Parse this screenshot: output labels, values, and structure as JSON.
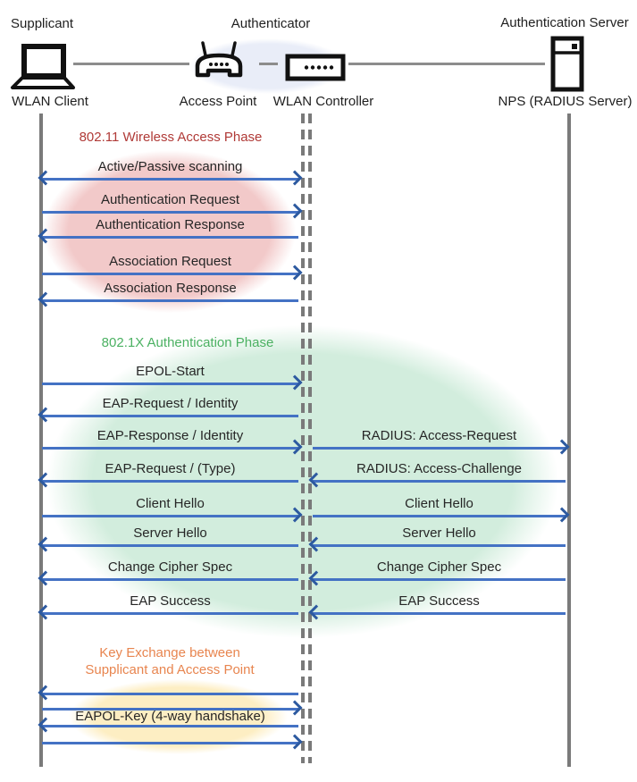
{
  "actors": {
    "supplicant_role": "Supplicant",
    "supplicant_device": "WLAN Client",
    "authenticator_role": "Authenticator",
    "ap_device": "Access Point",
    "controller_device": "WLAN Controller",
    "server_role": "Authentication Server",
    "server_device": "NPS (RADIUS Server)"
  },
  "phases": {
    "p80211_title": "802.11 Wireless Access Phase",
    "p8021x_title": "802.1X Authentication Phase",
    "key_exchange_line1": "Key Exchange between",
    "key_exchange_line2": "Supplicant and Access Point"
  },
  "colors": {
    "phase80211_text": "#b03a37",
    "phase8021x_text": "#4bb162",
    "key_exchange_text": "#e8854f",
    "arrow_line": "#4472c4",
    "arrow_head": "#2d5aa0",
    "lifeline_gray": "#7a7a7a",
    "ellipse_pink": "#f2c9c9",
    "ellipse_green": "#d2eddd",
    "ellipse_yellow": "#fdeec3",
    "ellipse_blue": "#e9edf8"
  },
  "messages": [
    {
      "label": "Active/Passive scanning",
      "segment": "client-controller",
      "direction": "both"
    },
    {
      "label": "Authentication Request",
      "segment": "client-controller",
      "direction": "right"
    },
    {
      "label": "Authentication Response",
      "segment": "client-controller",
      "direction": "left"
    },
    {
      "label": "Association Request",
      "segment": "client-controller",
      "direction": "right"
    },
    {
      "label": "Association Response",
      "segment": "client-controller",
      "direction": "left"
    },
    {
      "label": "EPOL-Start",
      "segment": "client-controller",
      "direction": "right"
    },
    {
      "label": "EAP-Request / Identity",
      "segment": "client-controller",
      "direction": "left"
    },
    {
      "label": "EAP-Response / Identity",
      "segment": "client-controller",
      "direction": "right"
    },
    {
      "label": "EAP-Request / (Type)",
      "segment": "client-controller",
      "direction": "left"
    },
    {
      "label": "Client Hello",
      "segment": "client-controller",
      "direction": "right"
    },
    {
      "label": "Server Hello",
      "segment": "client-controller",
      "direction": "left"
    },
    {
      "label": "Change Cipher Spec",
      "segment": "client-controller",
      "direction": "left"
    },
    {
      "label": "EAP Success",
      "segment": "client-controller",
      "direction": "left"
    },
    {
      "label": "RADIUS: Access-Request",
      "segment": "controller-server",
      "direction": "right"
    },
    {
      "label": "RADIUS: Access-Challenge",
      "segment": "controller-server",
      "direction": "left"
    },
    {
      "label": "Client Hello",
      "segment": "controller-server",
      "direction": "right"
    },
    {
      "label": "Server Hello",
      "segment": "controller-server",
      "direction": "left"
    },
    {
      "label": "Change Cipher Spec",
      "segment": "controller-server",
      "direction": "left"
    },
    {
      "label": "EAP Success",
      "segment": "controller-server",
      "direction": "left"
    },
    {
      "label": "",
      "segment": "client-controller",
      "direction": "left"
    },
    {
      "label": "",
      "segment": "client-controller",
      "direction": "right"
    },
    {
      "label": "EAPOL-Key (4-way handshake)",
      "segment": "client-controller",
      "direction": "left"
    },
    {
      "label": "",
      "segment": "client-controller",
      "direction": "right"
    }
  ]
}
